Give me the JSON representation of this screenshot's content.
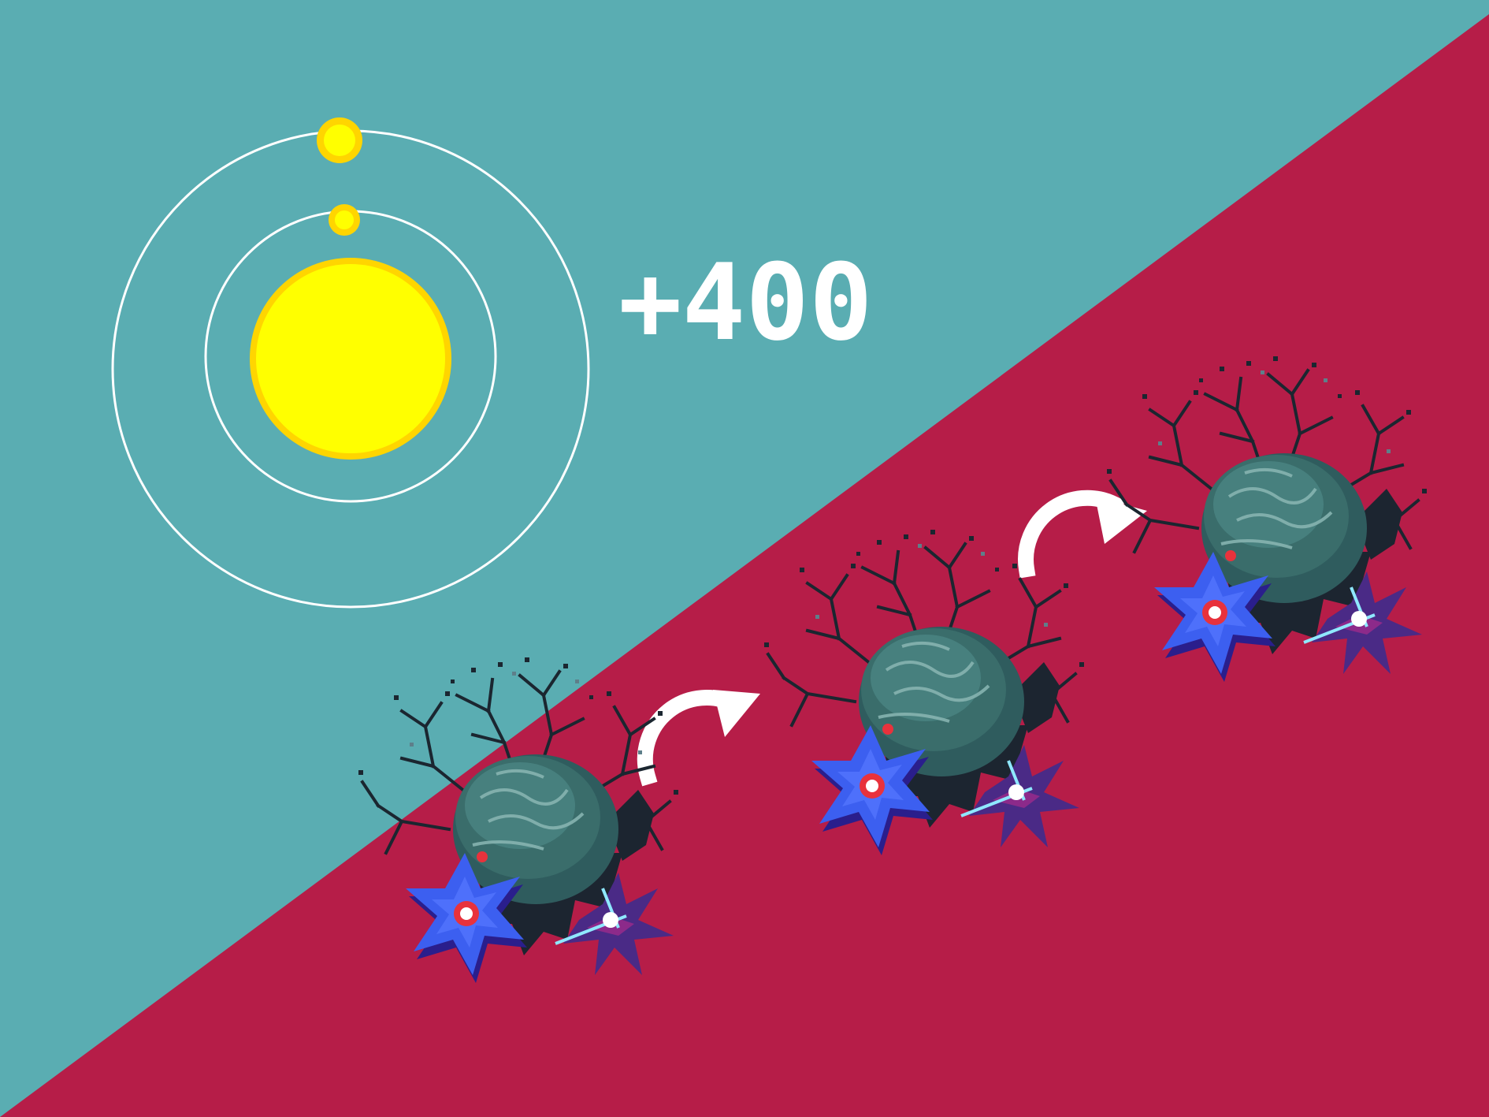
{
  "game": {
    "score_popup": "+400"
  },
  "colors": {
    "sky": "#5aadb2",
    "ground": "#b61d48",
    "sun": "#ffff00",
    "sun_rim": "#ffd500",
    "orbit": "#ffffff",
    "arrow": "#ffffff",
    "rock": "#3a6d6b",
    "rock_dark": "#1c2530",
    "branches": "#1b2630",
    "flower": "#3c5ff0",
    "flower_shadow": "#2a1e8c",
    "flower_core": "#e8323c",
    "splat": "#4a2a86",
    "spark": "#8fe8ff"
  },
  "scene": {
    "objects": [
      "sun-icon",
      "inner-orbit",
      "outer-orbit",
      "inner-moon",
      "outer-moon",
      "growth-stage-1",
      "growth-stage-2",
      "growth-stage-3",
      "progress-arrow-1",
      "progress-arrow-2"
    ]
  }
}
